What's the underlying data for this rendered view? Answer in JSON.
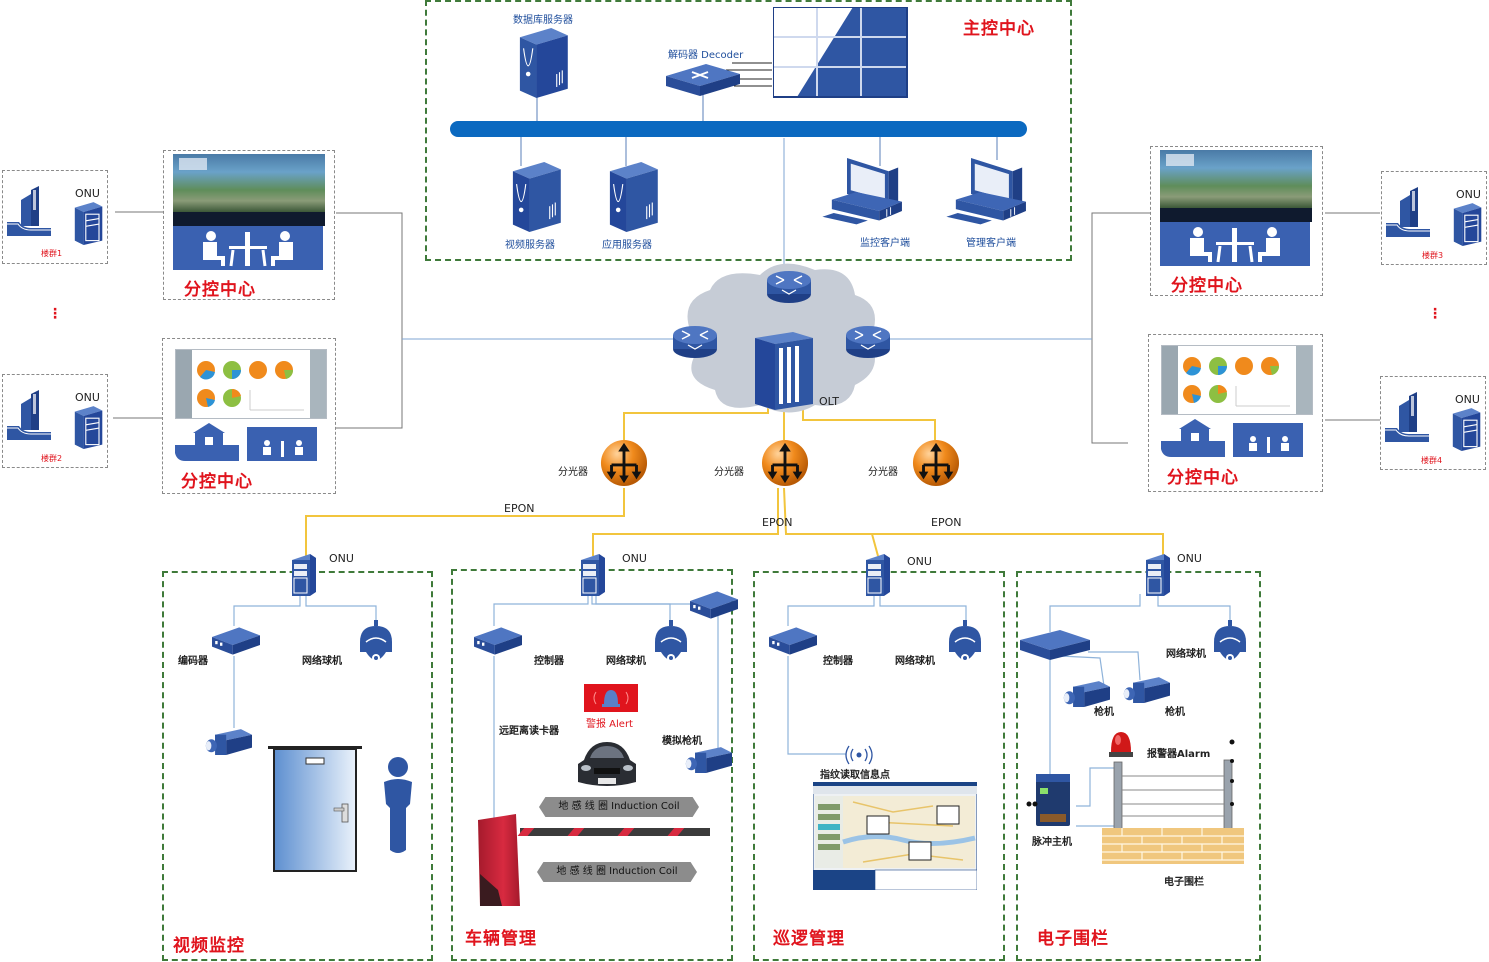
{
  "main_center": {
    "title": "主控中心",
    "db_server": "数据库服务器",
    "decoder": "解码器 Decoder",
    "video_server": "视频服务器",
    "app_server": "应用服务器",
    "monitor_client": "监控客户端",
    "admin_client": "管理客户端"
  },
  "core": {
    "olt": "OLT",
    "splitters": [
      "分光器",
      "分光器",
      "分光器"
    ],
    "epon_labels": [
      "EPON",
      "EPON",
      "EPON"
    ]
  },
  "branches": {
    "left_top": {
      "title": "分控中心"
    },
    "left_bottom": {
      "title": "分控中心"
    },
    "right_top": {
      "title": "分控中心"
    },
    "right_bottom": {
      "title": "分控中心"
    }
  },
  "buildings": [
    {
      "label": "楼群1",
      "onu": "ONU"
    },
    {
      "label": "楼群2",
      "onu": "ONU"
    },
    {
      "label": "楼群3",
      "onu": "ONU"
    },
    {
      "label": "楼群4",
      "onu": "ONU"
    }
  ],
  "ellipsis": "⋮",
  "subsystems": {
    "video": {
      "title": "视频监控",
      "onu": "ONU",
      "encoder": "编码器",
      "dome_camera": "网络球机"
    },
    "vehicle": {
      "title": "车辆管理",
      "onu": "ONU",
      "controller": "控制器",
      "dome_camera": "网络球机",
      "alert": "警报 Alert",
      "card_reader": "远距离读卡器",
      "analog_camera": "模拟枪机",
      "coil_1": "地 感 线 圈 Induction Coil",
      "coil_2": "地 感 线 圈 Induction Coil"
    },
    "patrol": {
      "title": "巡逻管理",
      "onu": "ONU",
      "controller": "控制器",
      "dome_camera": "网络球机",
      "fingerprint_point": "指纹读取信息点"
    },
    "fence": {
      "title": "电子围栏",
      "onu": "ONU",
      "dome_camera": "网络球机",
      "gun_camera_1": "枪机",
      "gun_camera_2": "枪机",
      "alarm": "报警器Alarm",
      "pulse_host": "脉冲主机",
      "fence_label": "电子围栏"
    }
  },
  "colors": {
    "device_blue": "#2f56a3",
    "bus_blue": "#0b69c0",
    "fiber_yellow": "#f2c53d",
    "splitter_orange": "#f08a1c",
    "title_red": "#e0141d",
    "green_border": "#3f7a3a"
  }
}
